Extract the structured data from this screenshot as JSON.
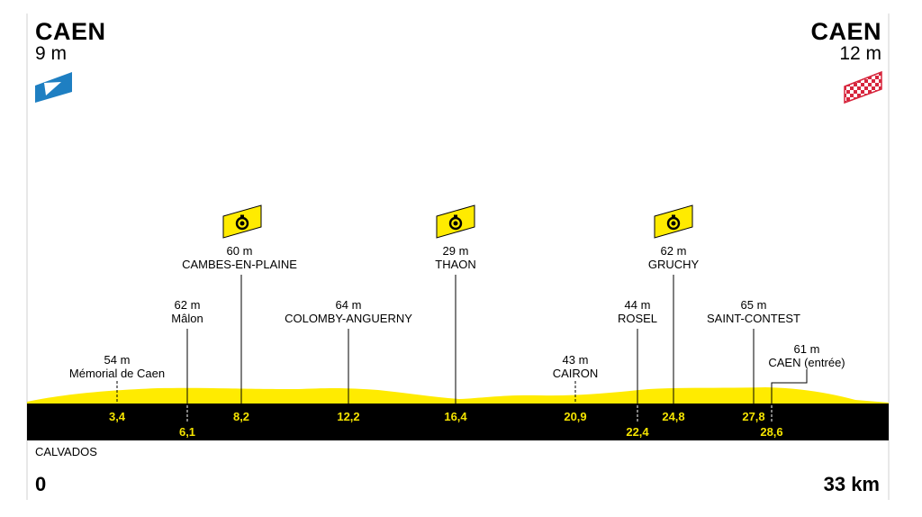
{
  "start": {
    "city": "CAEN",
    "altitude": "9 m"
  },
  "finish": {
    "city": "CAEN",
    "altitude": "12 m"
  },
  "region": "CALVADOS",
  "distance_start": "0",
  "distance_end": "33 km",
  "colors": {
    "profile": "#ffeb00",
    "road": "#000000",
    "start_flag": "#1e7fc2",
    "finish_flag": "#d7263d",
    "km_text": "#f5e400",
    "sprint_badge": "#ffeb00"
  },
  "waypoints": [
    {
      "alt": "54 m",
      "name": "Mémorial de Caen",
      "km": "3,4"
    },
    {
      "alt": "62 m",
      "name": "Mâlon",
      "km": "6,1"
    },
    {
      "alt": "60 m",
      "name": "CAMBES-EN-PLAINE",
      "km": "8,2"
    },
    {
      "alt": "64 m",
      "name": "COLOMBY-ANGUERNY",
      "km": "12,2"
    },
    {
      "alt": "29 m",
      "name": "THAON",
      "km": "16,4"
    },
    {
      "alt": "43 m",
      "name": "CAIRON",
      "km": "20,9"
    },
    {
      "alt": "44 m",
      "name": "ROSEL",
      "km": "22,4"
    },
    {
      "alt": "62 m",
      "name": "GRUCHY",
      "km": "24,8"
    },
    {
      "alt": "65 m",
      "name": "SAINT-CONTEST",
      "km": "27,8"
    },
    {
      "alt": "61 m",
      "name": "CAEN (entrée)",
      "km": "28,6"
    }
  ],
  "timecheck_icons": [
    "stopwatch-icon",
    "stopwatch-icon",
    "stopwatch-icon"
  ]
}
